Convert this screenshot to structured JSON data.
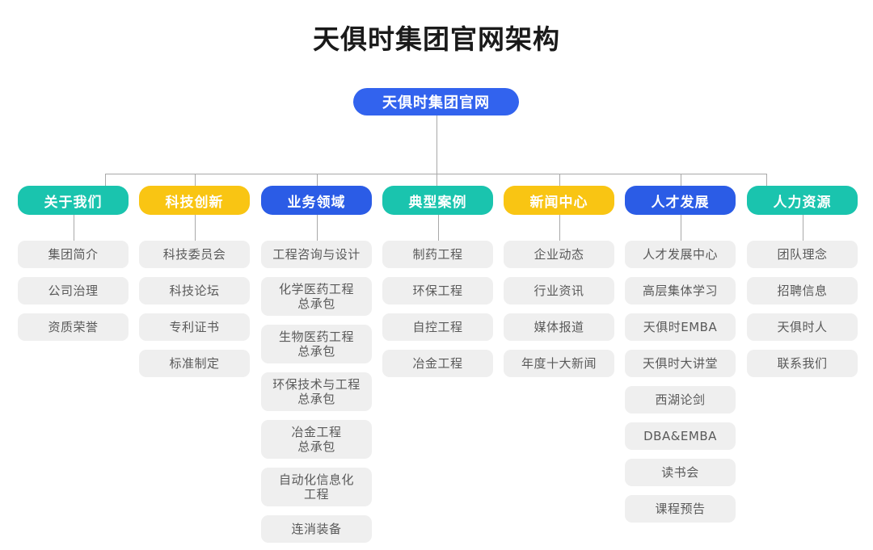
{
  "page": {
    "title": "天俱时集团官网架构"
  },
  "root": {
    "label": "天俱时集团官网",
    "color": "#3263EE"
  },
  "colors": {
    "teal": "#1AC4AE",
    "yellow": "#F9C513",
    "blue": "#2B5CE6",
    "item_bg": "#EFEFEF",
    "item_text": "#595959",
    "header_text": "#FFFFFF",
    "line": "#A9A9A9",
    "title_text": "#1A1A1A"
  },
  "columns": [
    {
      "label": "关于我们",
      "color_key": "teal",
      "items": [
        "集团简介",
        "公司治理",
        "资质荣誉"
      ]
    },
    {
      "label": "科技创新",
      "color_key": "yellow",
      "items": [
        "科技委员会",
        "科技论坛",
        "专利证书",
        "标准制定"
      ]
    },
    {
      "label": "业务领域",
      "color_key": "blue",
      "items": [
        "工程咨询与设计",
        "化学医药工程\n总承包",
        "生物医药工程\n总承包",
        "环保技术与工程\n总承包",
        "冶金工程\n总承包",
        "自动化信息化\n工程",
        "连消装备"
      ]
    },
    {
      "label": "典型案例",
      "color_key": "teal",
      "items": [
        "制药工程",
        "环保工程",
        "自控工程",
        "冶金工程"
      ]
    },
    {
      "label": "新闻中心",
      "color_key": "yellow",
      "items": [
        "企业动态",
        "行业资讯",
        "媒体报道",
        "年度十大新闻"
      ]
    },
    {
      "label": "人才发展",
      "color_key": "blue",
      "items": [
        "人才发展中心",
        "高层集体学习",
        "天俱时EMBA",
        "天俱时大讲堂",
        "西湖论剑",
        "DBA&EMBA",
        "读书会",
        "课程预告"
      ]
    },
    {
      "label": "人力资源",
      "color_key": "teal",
      "items": [
        "团队理念",
        "招聘信息",
        "天俱时人",
        "联系我们"
      ]
    }
  ]
}
